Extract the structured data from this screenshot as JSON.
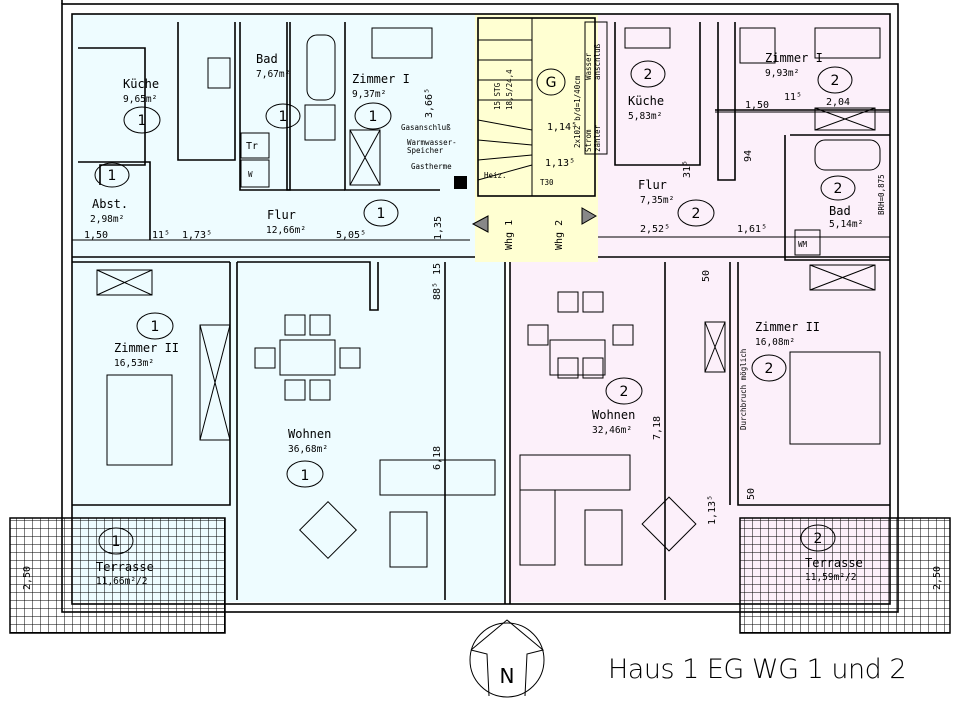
{
  "title": "Haus 1 EG WG 1 und 2",
  "north_label": "N",
  "colors": {
    "unit1": "#eefcff",
    "unit2": "#fcf0fa",
    "stair": "#ffffd2",
    "line": "#000000"
  },
  "rooms": [
    {
      "name": "Küche",
      "area": "9,65m²",
      "unit": "1"
    },
    {
      "name": "Bad",
      "area": "7,67m²",
      "unit": "1"
    },
    {
      "name": "Zimmer I",
      "area": "9,37m²",
      "unit": "1"
    },
    {
      "name": "Abst.",
      "area": "2,98m²",
      "unit": "1"
    },
    {
      "name": "Flur",
      "area": "12,66m²",
      "unit": "1"
    },
    {
      "name": "Zimmer II",
      "area": "16,53m²",
      "unit": "1"
    },
    {
      "name": "Wohnen",
      "area": "36,68m²",
      "unit": "1"
    },
    {
      "name": "Terrasse",
      "area": "11,66m²/2",
      "unit": "1"
    },
    {
      "name": "Küche",
      "area": "5,83m²",
      "unit": "2"
    },
    {
      "name": "Zimmer I",
      "area": "9,93m²",
      "unit": "2"
    },
    {
      "name": "Flur",
      "area": "7,35m²",
      "unit": "2"
    },
    {
      "name": "Bad",
      "area": "5,14m²",
      "unit": "2"
    },
    {
      "name": "Zimmer II",
      "area": "16,08m²",
      "unit": "2"
    },
    {
      "name": "Wohnen",
      "area": "32,46m²",
      "unit": "2"
    },
    {
      "name": "Terrasse",
      "area": "11,59m²/2",
      "unit": "2"
    }
  ],
  "stair": {
    "badge": "G",
    "steps": "15 STG",
    "ratio": "18,5/24,4",
    "entrance_left": "Whg 1",
    "entrance_right": "Whg 2",
    "heizung": "Heiz.",
    "door": "T30"
  },
  "fixtures": {
    "dryer": "Tr",
    "washer": "W",
    "washer2": "WM"
  },
  "annotations": {
    "gas": "Gasanschluß",
    "water_heater_1": "Warmwasser-",
    "water_heater_2": "Speicher",
    "boiler": "Gastherme",
    "meter_1": "Strom",
    "meter_2": "zähler",
    "water_1": "Wasser",
    "water_2": "anschluß",
    "shaft": "2x102 b/d=1/40cm",
    "breakthrough": "Durchbruch möglich",
    "brh": "BRH=0,875"
  },
  "dimensions": [
    "1,50",
    "11⁵",
    "1,73⁵",
    "5,05⁵",
    "3,66⁵",
    "1,35",
    "1,14⁵",
    "1,13⁵",
    "88⁵",
    "15",
    "6,18",
    "7,18",
    "1,50",
    "11⁵",
    "2,04",
    "94",
    "31⁵",
    "2,52⁵",
    "1,61⁵",
    "50",
    "50",
    "1,13⁵",
    "2,50",
    "2,50"
  ]
}
